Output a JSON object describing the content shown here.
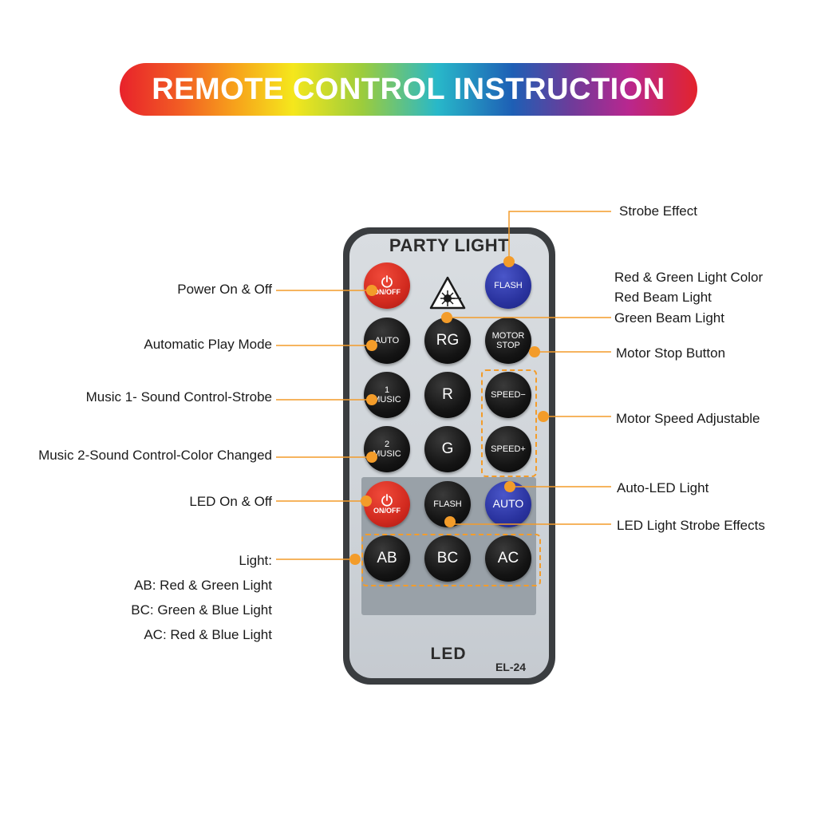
{
  "header": {
    "title": "REMOTE CONTROL INSTRUCTION"
  },
  "remote": {
    "brand": "PARTY LIGHT",
    "section_label": "LED",
    "model": "EL-24",
    "laser_icon": "laser-warning-icon",
    "buttons": {
      "power": {
        "label": "ON/OFF",
        "icon": "power-icon"
      },
      "flash_top": {
        "label": "FLASH"
      },
      "auto": {
        "label": "AUTO"
      },
      "rg": {
        "label": "RG"
      },
      "motor_stop": {
        "line1": "MOTOR",
        "line2": "STOP"
      },
      "music1": {
        "line1": "1",
        "line2": "MUSIC"
      },
      "r": {
        "label": "R"
      },
      "speed_minus": {
        "label": "SPEED−"
      },
      "music2": {
        "line1": "2",
        "line2": "MUSIC"
      },
      "g": {
        "label": "G"
      },
      "speed_plus": {
        "label": "SPEED+"
      },
      "led_power": {
        "label": "ON/OFF",
        "icon": "power-icon"
      },
      "led_flash": {
        "label": "FLASH"
      },
      "led_auto": {
        "label": "AUTO"
      },
      "ab": {
        "label": "AB"
      },
      "bc": {
        "label": "BC"
      },
      "ac": {
        "label": "AC"
      }
    }
  },
  "callouts": {
    "left": {
      "power": "Power On & Off",
      "auto": "Automatic Play Mode",
      "music1": "Music 1- Sound Control-Strobe",
      "music2": "Music 2-Sound Control-Color Changed",
      "led_power": "LED On & Off",
      "light": "Light:",
      "ab": "AB: Red & Green Light",
      "bc": "BC: Green & Blue Light",
      "ac": "AC: Red & Blue Light"
    },
    "right": {
      "strobe": "Strobe Effect",
      "rg_line1": "Red & Green Light Color",
      "rg_line2": "Red Beam Light",
      "rg_line3": "Green Beam Light",
      "motor_stop": "Motor Stop Button",
      "motor_speed": "Motor Speed Adjustable",
      "auto_led": "Auto-LED Light",
      "led_strobe": "LED Light Strobe Effects"
    }
  },
  "colors": {
    "accent_orange": "#f39c2a",
    "red_button": "#d22a1f",
    "blue_button": "#2a339f",
    "remote_case": "#3a3d40"
  }
}
